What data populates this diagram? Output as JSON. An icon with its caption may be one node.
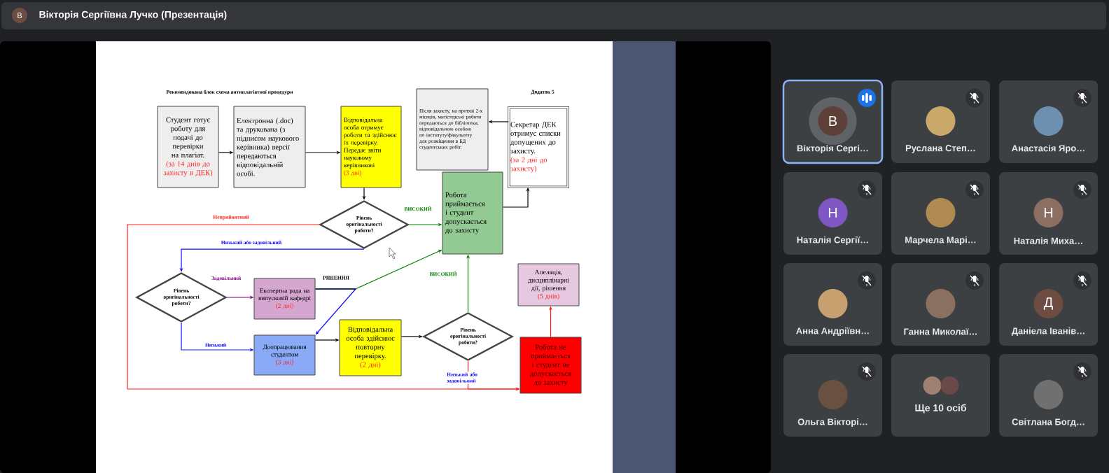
{
  "diagram": {
    "title": "Рекомендована блок схема антиплагіатної процедури",
    "nodes": [
      {
        "text": [
          "Студент готує роботу для подачі до перевірки на плагіат.",
          "(за 14 днів до захисту в ДЕК)"
        ]
      },
      {
        "text": [
          "Електронна (.doc) та друкована (з підписом наукового керівника) версії передаються відповідальній особі."
        ]
      },
      {
        "text": [
          "Відповідальна особа отримує роботи та здійснює їх перевірку. Передає звіти науковому керівникові",
          "(3 дні)"
        ]
      },
      {
        "text": [
          "Після захисту, на протязі 2-х місяців, магістерські роботи передаються до бібліотеки, відповідальною особою по інституту/факультету для розміщення в БД студентських робіт."
        ]
      },
      {
        "text": [
          "Секретар ДЕК отримує списки допущених до захисту.",
          "(за 2 дні до захисту)"
        ]
      },
      {
        "text": [
          "Робота приймається і студент допускається до захисту"
        ]
      },
      {
        "text": [
          "Рівень оригінальності роботи?"
        ]
      },
      {
        "text": [
          "Рівень оригінальності роботи?"
        ]
      },
      {
        "text": [
          "Експертна рада на випусковій кафедрі",
          "(2 дні)"
        ]
      },
      {
        "text": [
          "Апеляція, дисциплінарні дії, рішення",
          "(5 днів)"
        ]
      },
      {
        "text": [
          "Доопрацювання студентом",
          "(3 дні)"
        ]
      },
      {
        "text": [
          "Відповідальна особа здійснює повторну перевірку.",
          "(2 дні)"
        ]
      },
      {
        "text": [
          "Рівень оригінальності роботи?"
        ]
      },
      {
        "text": [
          "Робота не приймається і студент не допускається до захисту"
        ]
      }
    ],
    "edges": [
      {
        "from": 0,
        "to": 1,
        "arrow": "to"
      },
      {
        "from": 1,
        "to": 2,
        "arrow": "to"
      },
      {
        "from": 2,
        "to": 6,
        "arrow": "to"
      },
      {
        "from": 6,
        "to": 5,
        "arrow": "to",
        "label": "ВИСОКИЙ",
        "color": "#008000"
      },
      {
        "from": 5,
        "to": 4,
        "arrow": "to"
      },
      {
        "from": 4,
        "to": 3,
        "arrow": "to"
      },
      {
        "from": 6,
        "to": 13,
        "arrow": "to",
        "label": "Неприйнятний",
        "color": "#ff2020"
      },
      {
        "from": 6,
        "to": 7,
        "arrow": "to",
        "label": "Низький або задовільний",
        "color": "#1010ff"
      },
      {
        "from": 7,
        "to": 8,
        "arrow": "to",
        "label": "Задовільний",
        "color": "#800080"
      },
      {
        "from": 7,
        "to": 10,
        "arrow": "to",
        "label": "Низький",
        "color": "#1010ff"
      },
      {
        "from": 8,
        "to": 5,
        "arrow": "to",
        "label": "РІШЕННЯ",
        "color": "#008000"
      },
      {
        "from": 8,
        "to": 10,
        "arrow": "to",
        "color": "#1010ff"
      },
      {
        "from": 10,
        "to": 11,
        "arrow": "to"
      },
      {
        "from": 11,
        "to": 12,
        "arrow": "to"
      },
      {
        "from": 12,
        "to": 5,
        "arrow": "to",
        "label": "ВИСОКИЙ",
        "color": "#008000"
      },
      {
        "from": 12,
        "to": 13,
        "arrow": "to",
        "label": "Низький або задовільний",
        "color": "#ff2020"
      },
      {
        "from": 13,
        "to": 9,
        "arrow": "to",
        "color": "#ff2020"
      }
    ],
    "labels": [
      "В",
      "Вікторія Сергіївна Лучко (Презентація)",
      "Додаток 5",
      "В",
      "Вікторія Сергі…",
      "Руслана Степ…",
      "Анастасія Яро…",
      "Н",
      "Наталія Сергії…",
      "Марчела Марі…",
      "Н",
      "Наталія Миха…",
      "Анна Андріївн…",
      "Ганна Миколаї…",
      "Д",
      "Даніела Іванів…",
      "Ольга Вікторі…",
      "Ще 10 осіб",
      "Світлана Богд…"
    ]
  }
}
